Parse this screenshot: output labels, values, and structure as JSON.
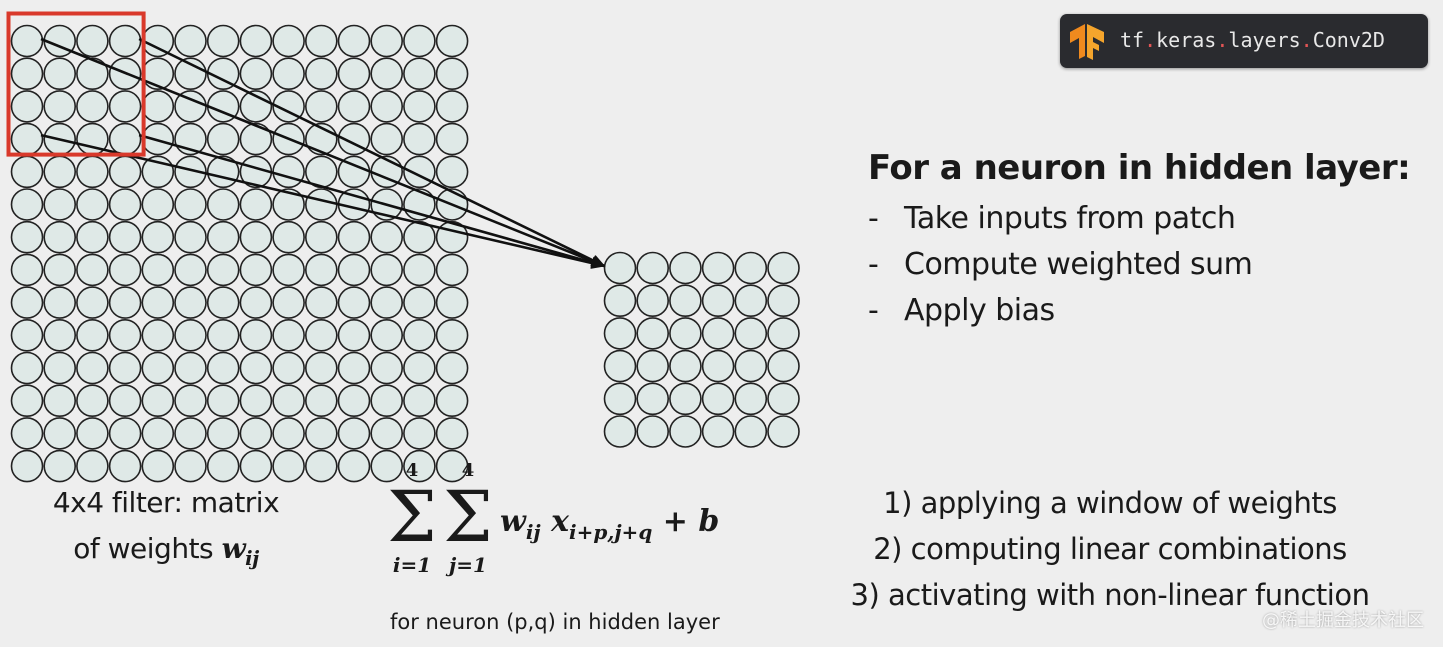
{
  "badge": {
    "logo_icon": "tensorflow-logo-icon",
    "parts": [
      "tf",
      "keras",
      "layers",
      "Conv2D"
    ],
    "separator": "."
  },
  "heading": "For a neuron in hidden layer:",
  "bullets": [
    {
      "dash": "-",
      "text": "Take inputs from patch"
    },
    {
      "dash": "-",
      "text": "Compute weighted sum"
    },
    {
      "dash": "-",
      "text": "Apply bias"
    }
  ],
  "caption": {
    "line1": "4x4 filter: matrix",
    "line2_text": "of weights",
    "symbol": "w",
    "symbol_sub": "ij"
  },
  "formula": {
    "sum1_upper": "4",
    "sum1_lower": "i=1",
    "sum2_upper": "4",
    "sum2_lower": "j=1",
    "term_w": "w",
    "term_w_sub": "ij",
    "term_x": "x",
    "term_x_sub": "i+p,j+q",
    "plus_bias": "+ b",
    "note": "for neuron (p,q) in hidden layer"
  },
  "steps": [
    "1) applying a window of weights",
    "2) computing linear combinations",
    "3) activating with non-linear function"
  ],
  "watermark": "@稀土掘金技术社区",
  "colors": {
    "background": "#eeeeee",
    "neuron_fill": "#dfe9e7",
    "neuron_stroke": "#222222",
    "filter_box": "#d9392b",
    "badge_bg": "#2a2b2f",
    "logo_orange": "#f08a1e"
  },
  "input_layer": {
    "rows": 14,
    "cols": 14
  },
  "hidden_layer": {
    "rows": 6,
    "cols": 6
  },
  "filter": {
    "size": 4
  }
}
